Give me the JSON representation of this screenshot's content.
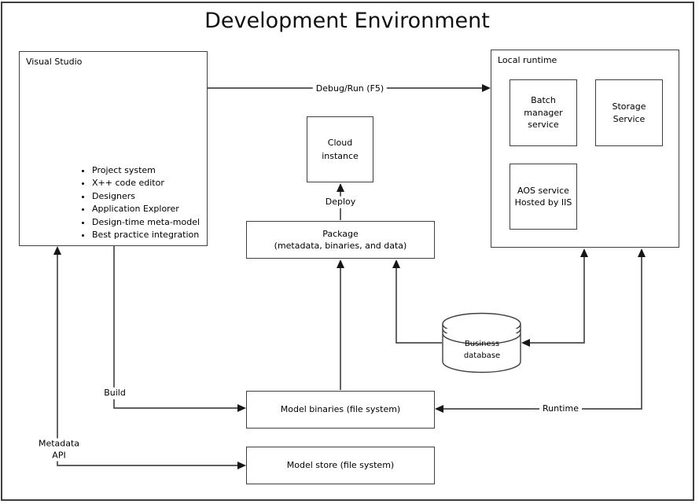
{
  "title": "Development Environment",
  "colors": {
    "background": "#ffffff",
    "box_border": "#404040",
    "connector_line": "#4a4a4a",
    "arrowhead": "#161616",
    "text": "#000000"
  },
  "visual_studio": {
    "label": "Visual Studio",
    "features": [
      "Project system",
      "X++ code editor",
      "Designers",
      "Application Explorer",
      "Design-time meta-model",
      "Best practice integration"
    ]
  },
  "local_runtime": {
    "label": "Local runtime",
    "batch_manager_service": "Batch\nmanager\nservice",
    "storage_service": "Storage\nService",
    "aos_service": "AOS service\nHosted by IIS"
  },
  "cloud_instance": {
    "label": "Cloud\ninstance"
  },
  "package": {
    "label": "Package\n(metadata, binaries, and data)"
  },
  "business_database": {
    "label": "Business\ndatabase"
  },
  "model_binaries": {
    "label": "Model binaries (file system)"
  },
  "model_store": {
    "label": "Model store (file system)"
  },
  "connectors": {
    "debug_run": "Debug/Run (F5)",
    "deploy": "Deploy",
    "build": "Build",
    "runtime": "Runtime",
    "metadata_api": "Metadata\nAPI"
  }
}
